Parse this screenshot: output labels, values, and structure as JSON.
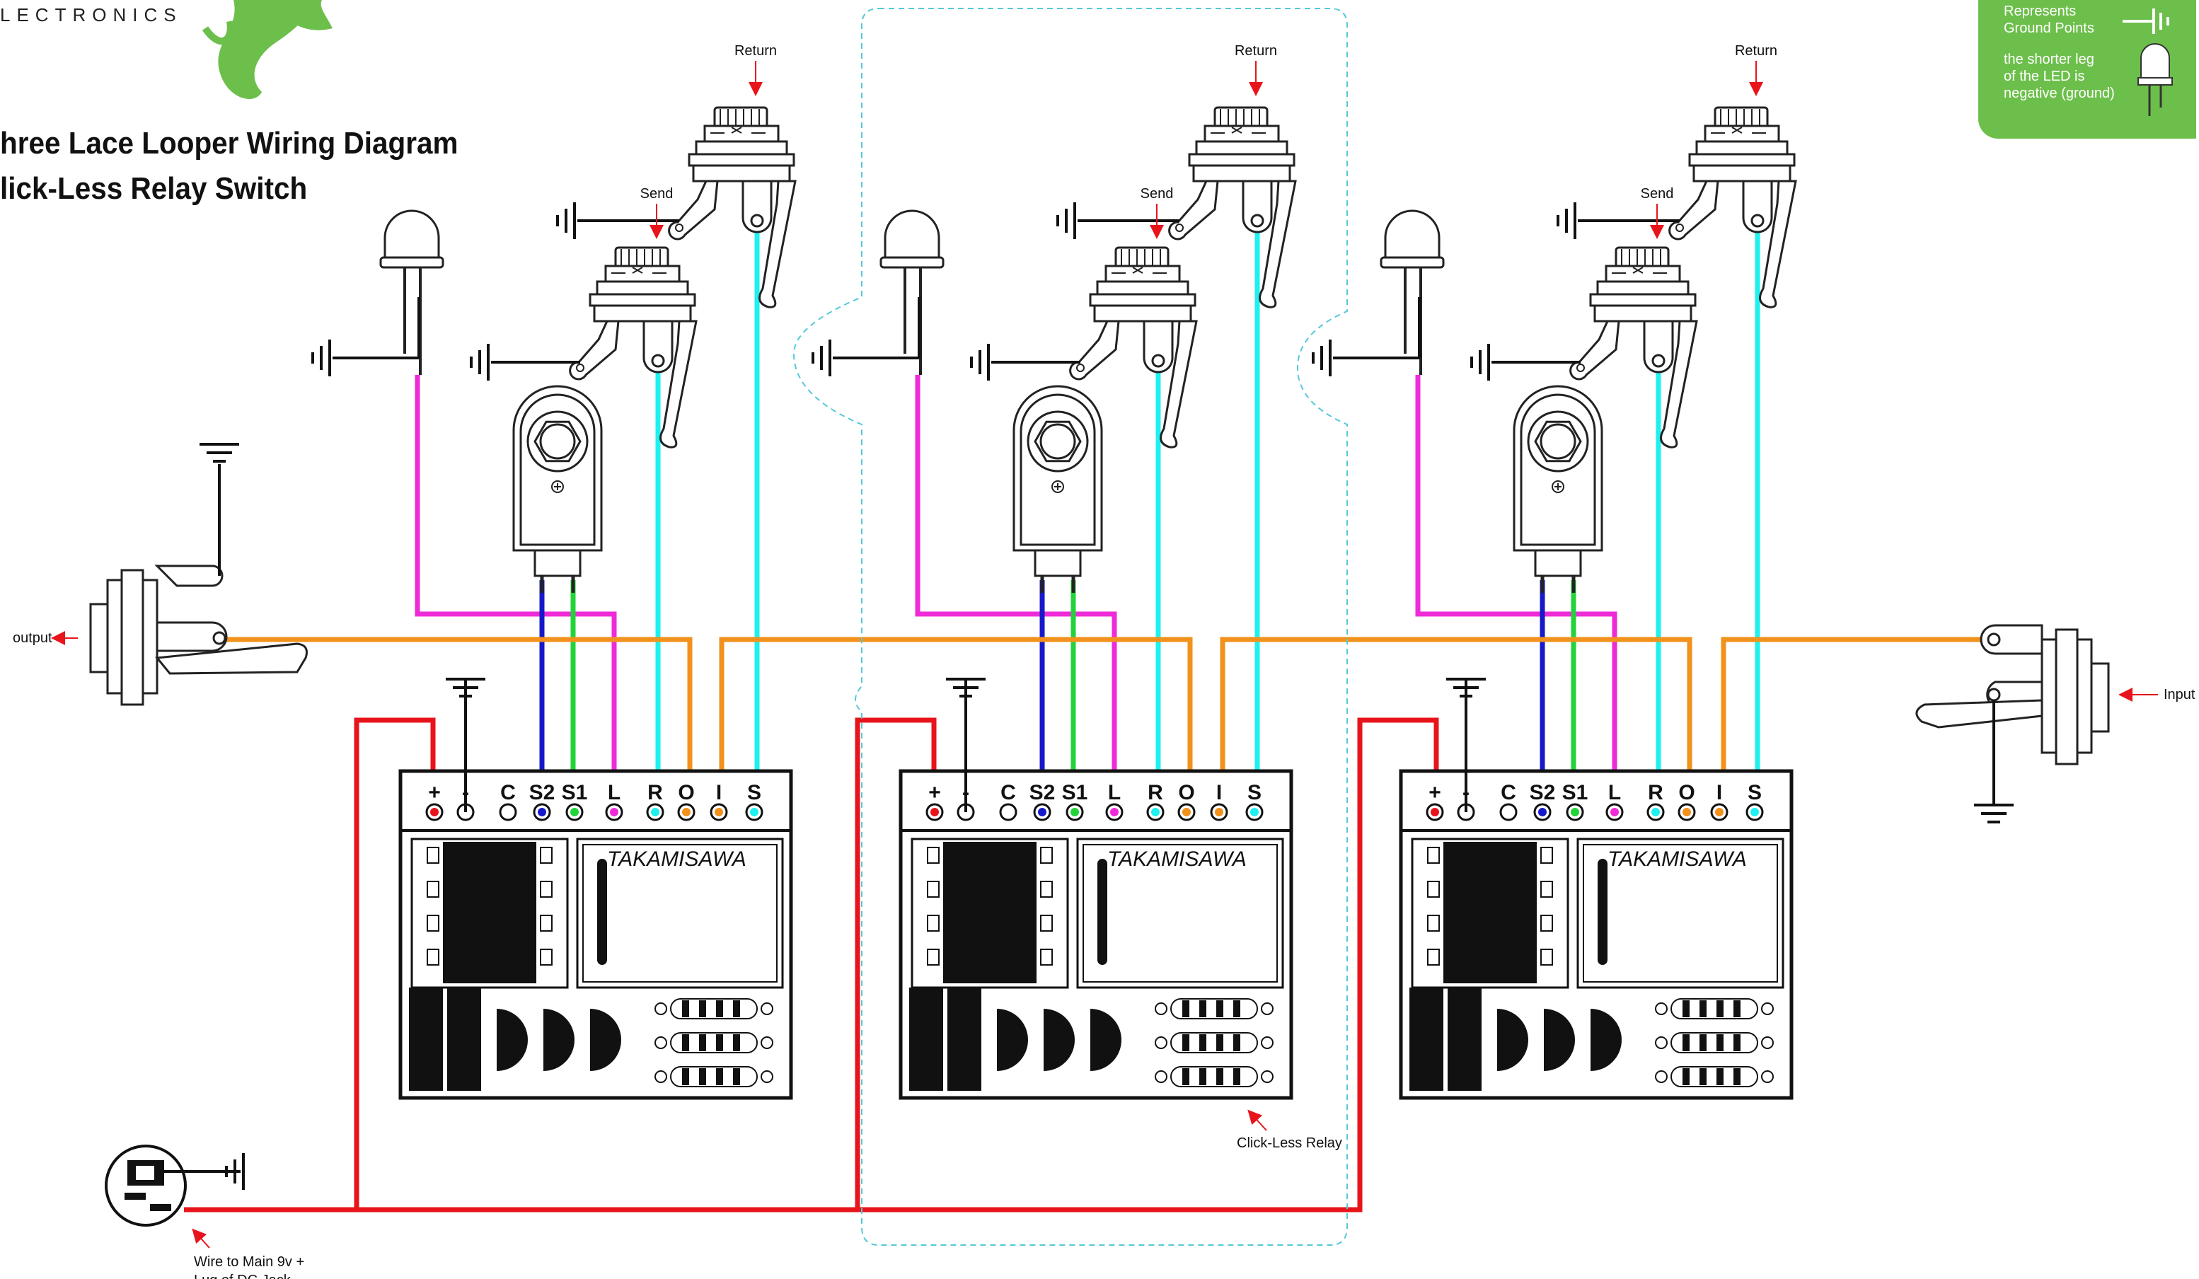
{
  "brand": {
    "line": "LECTRONICS"
  },
  "title": {
    "line1": "hree Lace Looper Wiring Diagram",
    "line2": "lick-Less Relay Switch"
  },
  "legend": {
    "ground_text_1": "Represents",
    "ground_text_2": "Ground Points",
    "led_text_1": "the shorter leg",
    "led_text_2": "of the LED is",
    "led_text_3": "negative (ground)"
  },
  "labels": {
    "return": "Return",
    "send": "Send",
    "output": "output",
    "input": "Input",
    "click_less_relay": "Click-Less Relay",
    "dc_note_1": "Wire to Main 9v +",
    "dc_note_2": "Lug of DC Jack",
    "board_brand": "TAKAMISAWA"
  },
  "pins": [
    "+",
    "-",
    "C",
    "S2",
    "S1",
    "L",
    "R",
    "O",
    "I",
    "S"
  ],
  "wire_colors": {
    "power": "#e8141b",
    "led": "#ef2bd8",
    "s2": "#1619c9",
    "s1": "#22d33a",
    "send_return": "#1ff0f0",
    "audio": "#f2911b",
    "ground": "#111111",
    "legend_bg": "#6dbf4b"
  }
}
